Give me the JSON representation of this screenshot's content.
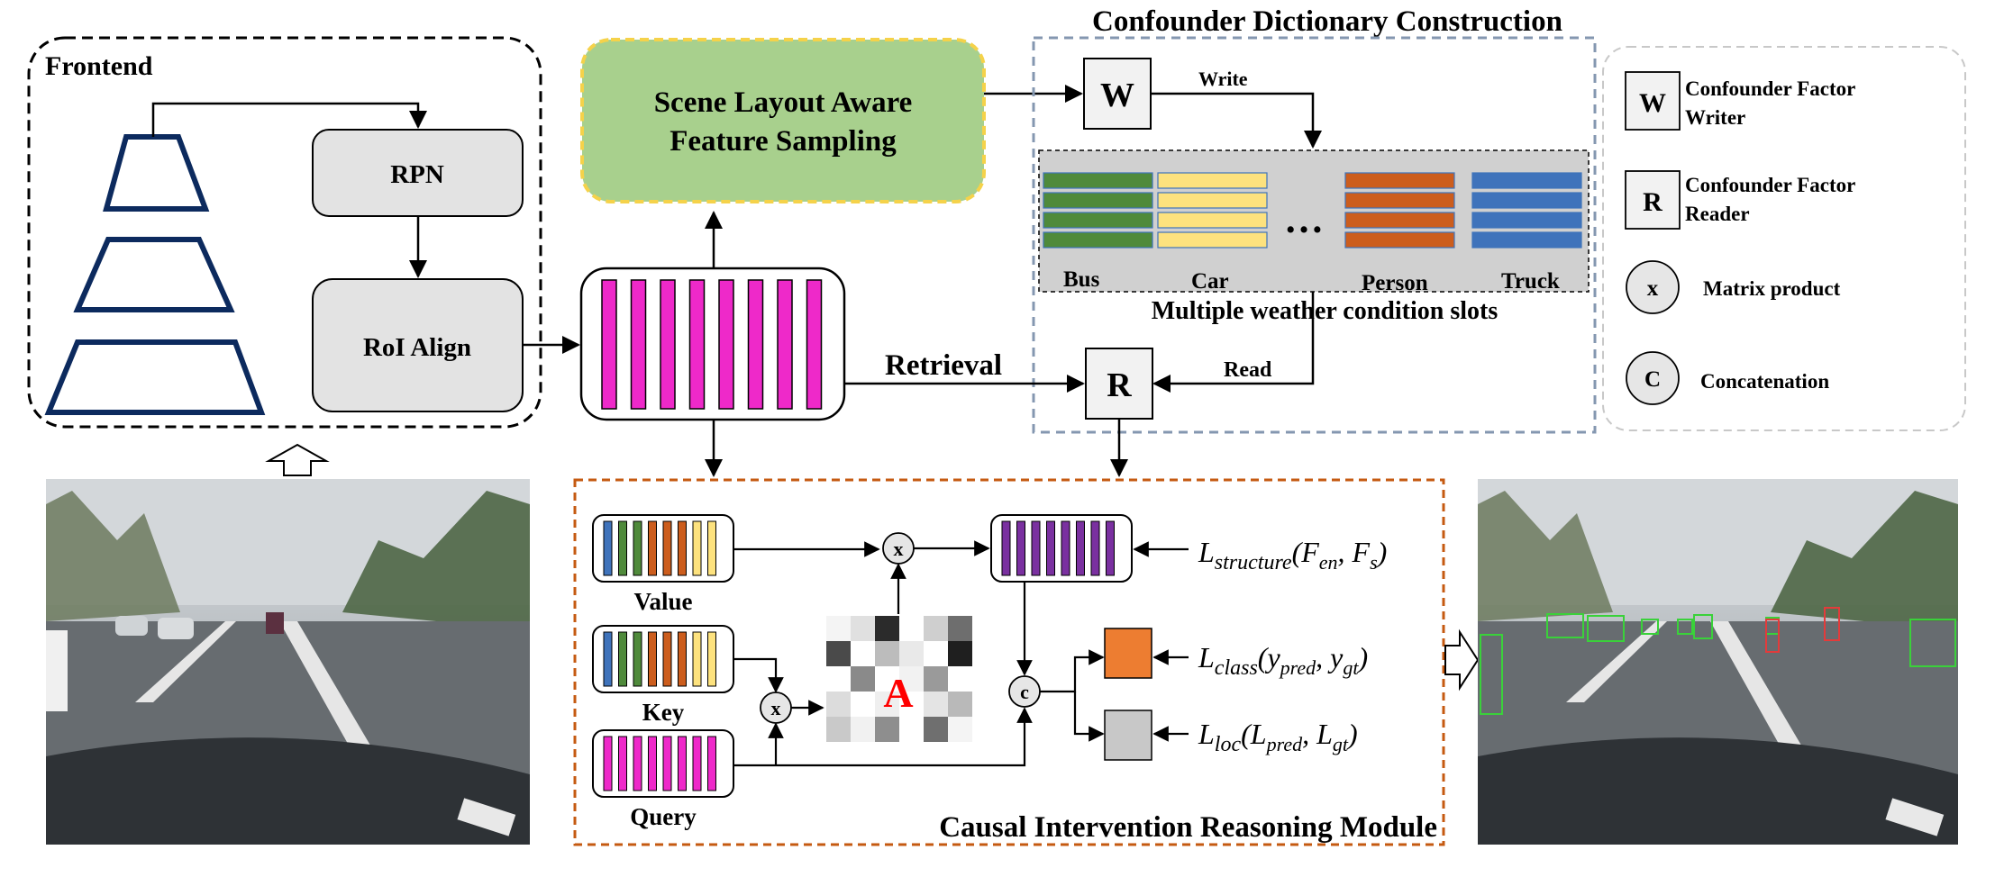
{
  "frontend": {
    "title": "Frontend",
    "rpn_label": "RPN",
    "roi_label": "RoI Align"
  },
  "scene_layout": {
    "line1": "Scene Layout Aware",
    "line2": "Feature Sampling"
  },
  "retrieval_label": "Retrieval",
  "dictionary": {
    "title": "Confounder Dictionary Construction",
    "writer_symbol": "W",
    "write_label": "Write",
    "reader_symbol": "R",
    "read_label": "Read",
    "ellipsis": "…",
    "slots_caption": "Multiple weather condition slots",
    "slot_classes": [
      "Bus",
      "Car",
      "Person",
      "Truck"
    ],
    "slot_colors": [
      "#4f8a3b",
      "#fde27e",
      "#cc5d1d",
      "#3f73bb"
    ]
  },
  "legend": {
    "items": [
      {
        "symbol": "W",
        "line1": "Confounder Factor",
        "line2": "Writer"
      },
      {
        "symbol": "R",
        "line1": "Confounder Factor",
        "line2": "Reader"
      },
      {
        "symbol": "x",
        "line1": "Matrix product",
        "line2": ""
      },
      {
        "symbol": "C",
        "line1": "Concatenation",
        "line2": ""
      }
    ]
  },
  "causal_module": {
    "title": "Causal Intervention Reasoning Module",
    "value_label": "Value",
    "key_label": "Key",
    "query_label": "Query",
    "attention_letter": "A",
    "matrix_product_symbol": "x",
    "concat_symbol": "c",
    "loss_structure": {
      "main": "L",
      "sub": "structure",
      "args": "(F",
      "arg1_sub": "en",
      "sep": ", F",
      "arg2_sub": "s",
      "close": ")"
    },
    "loss_class": {
      "main": "L",
      "sub": "class",
      "args": "(y",
      "arg1_sub": "pred",
      "sep": ", y",
      "arg2_sub": "gt",
      "close": ")"
    },
    "loss_loc": {
      "main": "L",
      "sub": "loc",
      "args": "(L",
      "arg1_sub": "pred",
      "sep": ", L",
      "arg2_sub": "gt",
      "close": ")"
    }
  },
  "colors": {
    "navy": "#0c2a5e",
    "magenta": "#ee29c9",
    "purple": "#7a30a0",
    "green_box": "#a8d08d",
    "green_box_border": "#f5d24a",
    "gray_box": "#e3e3e3",
    "orange_box": "#ed7d31",
    "dashed_orange": "#c55a11",
    "dashed_blue": "#8497b0",
    "attention_red": "#ff0000"
  }
}
